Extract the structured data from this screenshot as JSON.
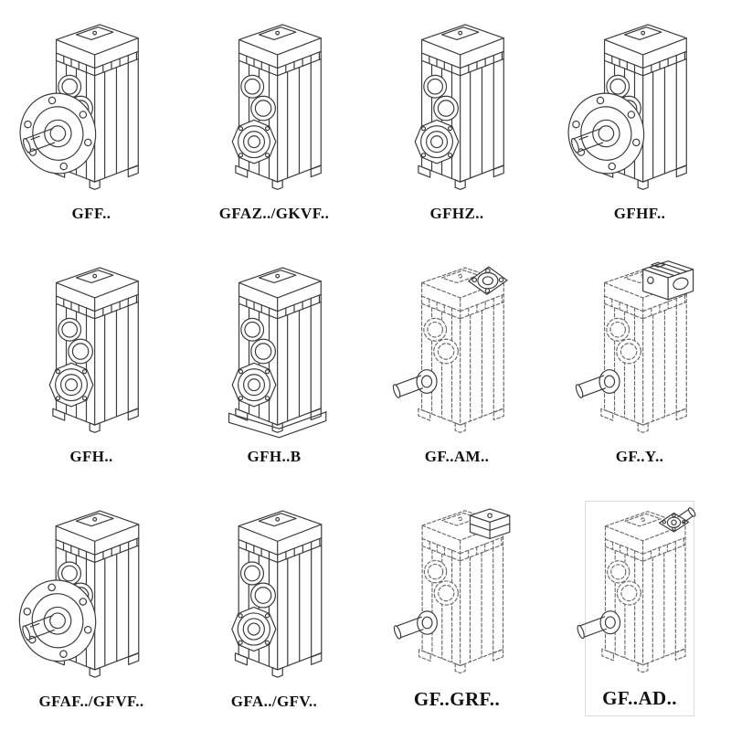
{
  "page": {
    "background": "#ffffff",
    "line_color": "#3c3c3c",
    "phantom_line_color": "#6b6b6b",
    "text_color": "#111111"
  },
  "grid": {
    "rows": 3,
    "cols": 4,
    "items": [
      {
        "label": "GFF..",
        "drawing": "flange-mounted-gearbox",
        "style": "solid"
      },
      {
        "label": "GFAZ../GKVF..",
        "drawing": "hollow-shaft-gearbox",
        "style": "solid"
      },
      {
        "label": "GFHZ..",
        "drawing": "hollow-shaft-gearbox",
        "style": "solid"
      },
      {
        "label": "GFHF..",
        "drawing": "flange-mounted-gearbox",
        "style": "solid"
      },
      {
        "label": "GFH..",
        "drawing": "hollow-shaft-gearbox",
        "style": "solid"
      },
      {
        "label": "GFH..B",
        "drawing": "hollow-shaft-gearbox-with-base",
        "style": "solid"
      },
      {
        "label": "GF..AM..",
        "drawing": "gearbox-with-iec-adapter",
        "style": "phantom"
      },
      {
        "label": "GF..Y..",
        "drawing": "gearbox-with-motor",
        "style": "phantom"
      },
      {
        "label": "GFAF../GFVF..",
        "drawing": "flange-mounted-gearbox",
        "style": "solid"
      },
      {
        "label": "GFA../GFV..",
        "drawing": "hollow-shaft-gearbox",
        "style": "solid"
      },
      {
        "label": "GF..GRF..",
        "drawing": "gearbox-with-input-cover",
        "style": "phantom"
      },
      {
        "label": "GF..AD..",
        "drawing": "gearbox-with-input-shaft",
        "style": "phantom"
      }
    ]
  }
}
